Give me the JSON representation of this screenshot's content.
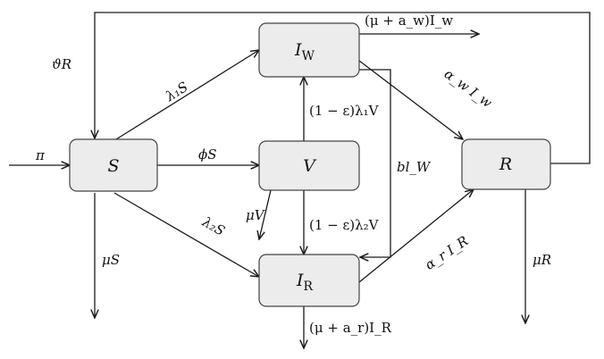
{
  "nodes": {
    "S": "S",
    "V": "V",
    "IW": "I",
    "IW_sub": "W",
    "IR": "I",
    "IR_sub": "R",
    "R": "R"
  },
  "labels": {
    "thetaR": "ϑR",
    "pi": "π",
    "lambda1S": "λ₁S",
    "phiS": "ϕS",
    "lambda2S": "λ₂S",
    "muS": "μS",
    "muV": "μV",
    "vac_to_IW": "(1 − ε)λ₁V",
    "vac_to_IR": "(1 − ε)λ₂V",
    "outflow_IW": "(μ + a_w)I_w",
    "outflow_IR": "(μ + a_r)I_R",
    "alphaW": "α_w I_w",
    "alphaR": "α_r I_R",
    "blW": "bl_W",
    "muR": "μR"
  }
}
